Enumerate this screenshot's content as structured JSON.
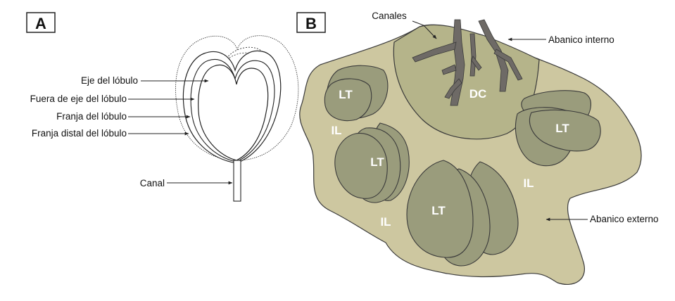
{
  "panel_a": {
    "letter": "A",
    "labels": {
      "eje": "Eje del lóbulo",
      "fuera": "Fuera de eje del lóbulo",
      "franja": "Franja del lóbulo",
      "franja_distal": "Franja distal del lóbulo",
      "canal": "Canal"
    }
  },
  "panel_b": {
    "letter": "B",
    "labels": {
      "canales": "Canales",
      "abanico_interno": "Abanico interno",
      "abanico_externo": "Abanico externo"
    },
    "zones": {
      "lt": "LT",
      "dc": "DC",
      "il": "IL"
    },
    "colors": {
      "outer_fan": "#cdc7a0",
      "inner_fan": "#b5b48a",
      "lobe": "#9a9c7c",
      "channel": "#6e6a66",
      "outline": "#3a3a3a"
    }
  }
}
